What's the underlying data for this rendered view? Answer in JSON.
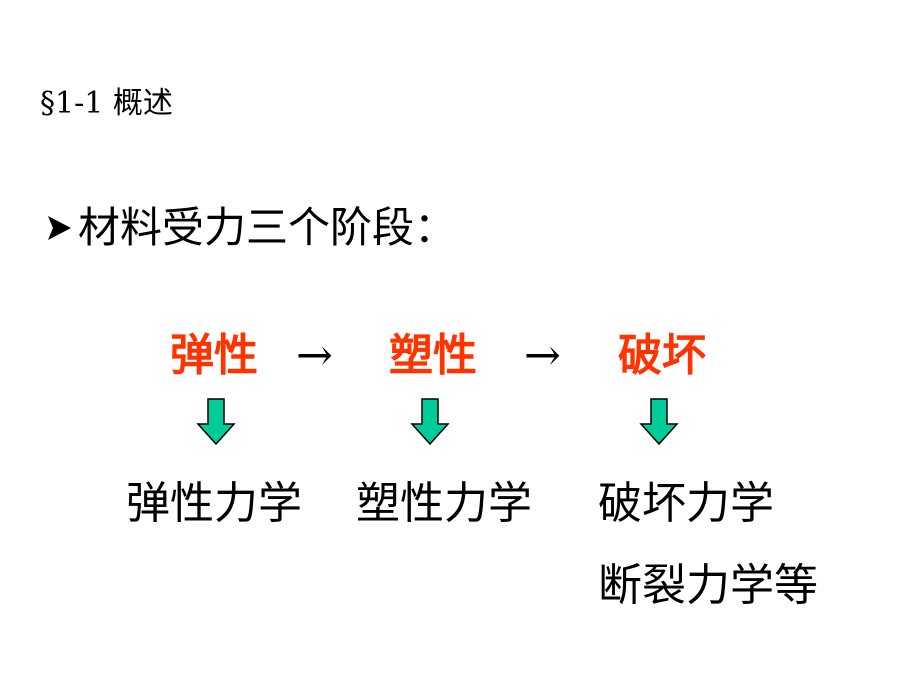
{
  "slide": {
    "section_title": "§1-1 概述",
    "bullet_text": "材料受力三个阶段：",
    "stages": [
      "弹性",
      "塑性",
      "破坏"
    ],
    "arrow_glyph": "→",
    "fields": [
      "弹性力学",
      "塑性力学",
      "破坏力学"
    ],
    "extra_field": "断裂力学等"
  },
  "icons": {
    "bullet": "right-triangle-bullet-icon",
    "down_arrow": "down-arrow-icon"
  },
  "colors": {
    "stage_text": "#FF3300",
    "down_arrow_fill": "#00CC99",
    "down_arrow_stroke": "#000000",
    "body_text": "#000000"
  }
}
